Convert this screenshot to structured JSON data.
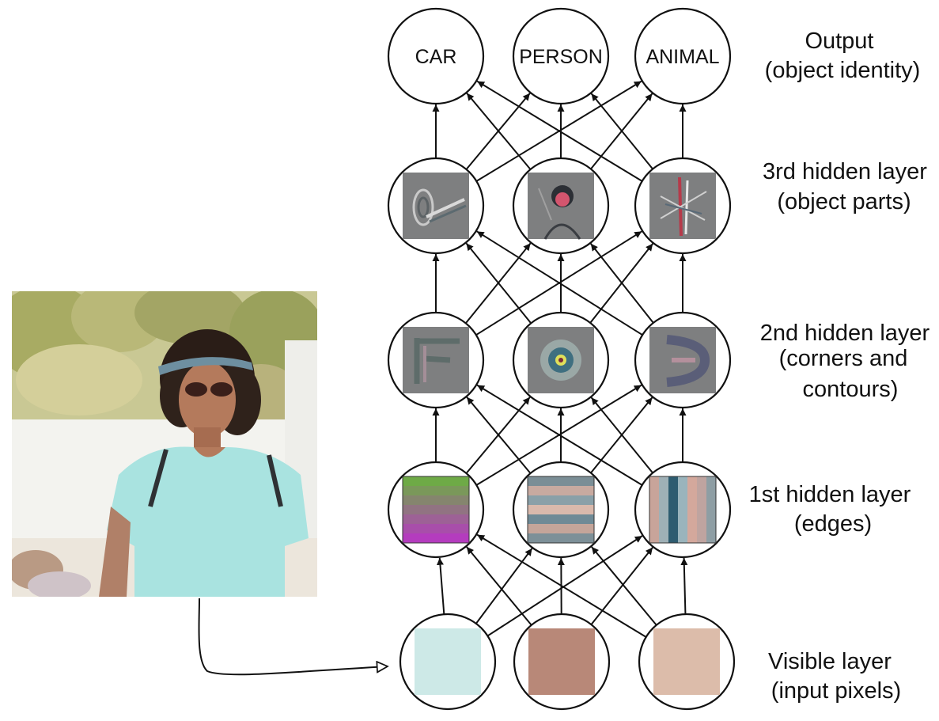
{
  "output_nodes": [
    "CAR",
    "PERSON",
    "ANIMAL"
  ],
  "layer_labels": {
    "output": [
      "Output",
      "(object identity)"
    ],
    "hidden3": [
      "3rd hidden layer",
      "(object parts)"
    ],
    "hidden2": [
      "2nd hidden layer",
      "(corners and",
      "contours)"
    ],
    "hidden1": [
      "1st hidden layer",
      "(edges)"
    ],
    "visible": [
      "Visible layer",
      "(input pixels)"
    ]
  },
  "visible_pixel_colors": [
    "#cde9e7",
    "#b88878",
    "#dcbcaa"
  ],
  "colors": {
    "node_stroke": "#111111",
    "arrow": "#111111",
    "feature_gray": "#7e7f80"
  }
}
